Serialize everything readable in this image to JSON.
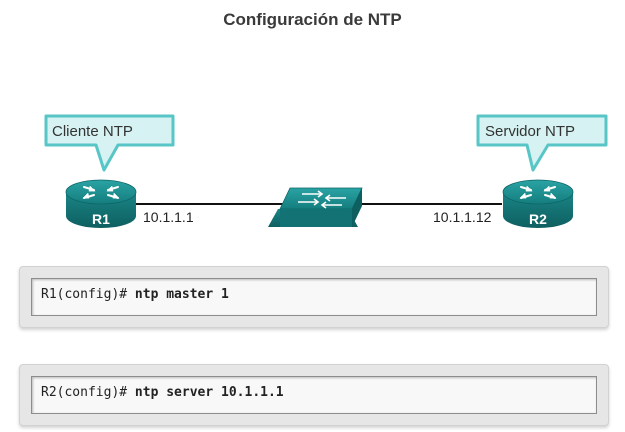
{
  "title": "Configuración de NTP",
  "topology": {
    "r1": {
      "label": "R1",
      "ip": "10.1.1.1",
      "callout": "Cliente NTP"
    },
    "r2": {
      "label": "R2",
      "ip": "10.1.1.12",
      "callout": "Servidor NTP"
    },
    "colors": {
      "device": "#1b8c8d",
      "callout_fill": "#d6f2f2",
      "callout_border": "#58c5c6",
      "link": "#111111"
    }
  },
  "cli": [
    {
      "prompt": "R1(config)# ",
      "command": "ntp master 1"
    },
    {
      "prompt": "R2(config)# ",
      "command": "ntp server 10.1.1.1"
    }
  ]
}
